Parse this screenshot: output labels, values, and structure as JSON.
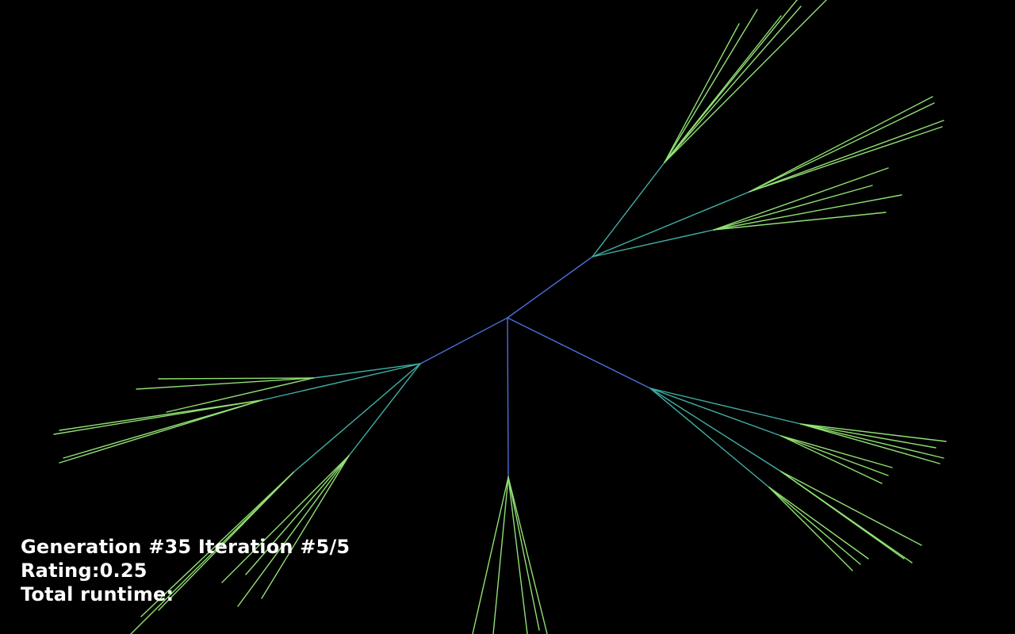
{
  "hud": {
    "generation_prefix": "Generation #",
    "generation": "35",
    "iteration_prefix": " Iteration #",
    "iteration": "5/5",
    "rating_prefix": "Rating:",
    "rating": "0.25",
    "runtime_label": "Total runtime:",
    "runtime_value": ""
  },
  "colors": {
    "background": "#000000",
    "trunk": "#4a6fd8",
    "mid": "#3fbf9a",
    "tip": "#a6e86a",
    "text": "#ffffff"
  }
}
